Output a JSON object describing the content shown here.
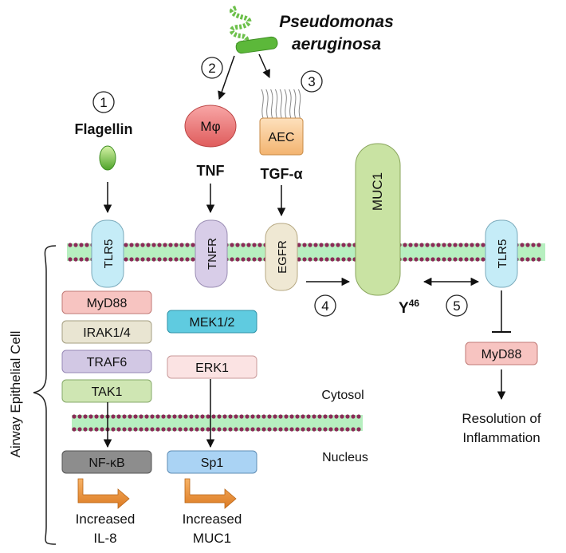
{
  "organism": {
    "line1": "Pseudomonas",
    "line2": "aeruginosa"
  },
  "steps": [
    "1",
    "2",
    "3",
    "4",
    "5"
  ],
  "ligands": {
    "flagellin": "Flagellin",
    "tnf": "TNF",
    "tgf": "TGF-α"
  },
  "cells": {
    "macrophage": "Mφ",
    "aec": "AEC"
  },
  "receptors": {
    "tlr5_left": "TLR5",
    "tnfr": "TNFR",
    "egfr": "EGFR",
    "muc1": "MUC1",
    "tlr5_right": "TLR5"
  },
  "residue": {
    "base": "Y",
    "sup": "46"
  },
  "pathway_left": [
    "MyD88",
    "IRAK1/4",
    "TRAF6",
    "TAK1"
  ],
  "pathway_middle": [
    "MEK1/2",
    "ERK1"
  ],
  "pathway_right": [
    "MyD88"
  ],
  "nuclear": {
    "nfkb": "NF-κB",
    "sp1": "Sp1"
  },
  "compartments": {
    "cytosol": "Cytosol",
    "nucleus": "Nucleus"
  },
  "side_label": "Airway Epithelial Cell",
  "outcomes": {
    "left": [
      "Increased",
      "IL-8"
    ],
    "middle": [
      "Increased",
      "MUC1"
    ],
    "right": [
      "Resolution of",
      "Inflammation"
    ]
  },
  "colors": {
    "membrane": "#8a2b57",
    "membrane_fill": "#b7efc0",
    "tlr5": "#c5ecf7",
    "tnfr": "#d8cde8",
    "egfr": "#efe8d3",
    "muc1": "#c9e3a3",
    "myd88": "#f7c4c1",
    "irak": "#e9e5d2",
    "traf6": "#d2c8e4",
    "tak1": "#cfe6b3",
    "mek": "#5fcbe0",
    "erk": "#fbe3e3",
    "nfkb": "#8d8d8d",
    "sp1": "#aad3f4",
    "macrophage": "#ef7878",
    "aec": "#f7c58d",
    "outcome_arrow": "#e8892e"
  }
}
